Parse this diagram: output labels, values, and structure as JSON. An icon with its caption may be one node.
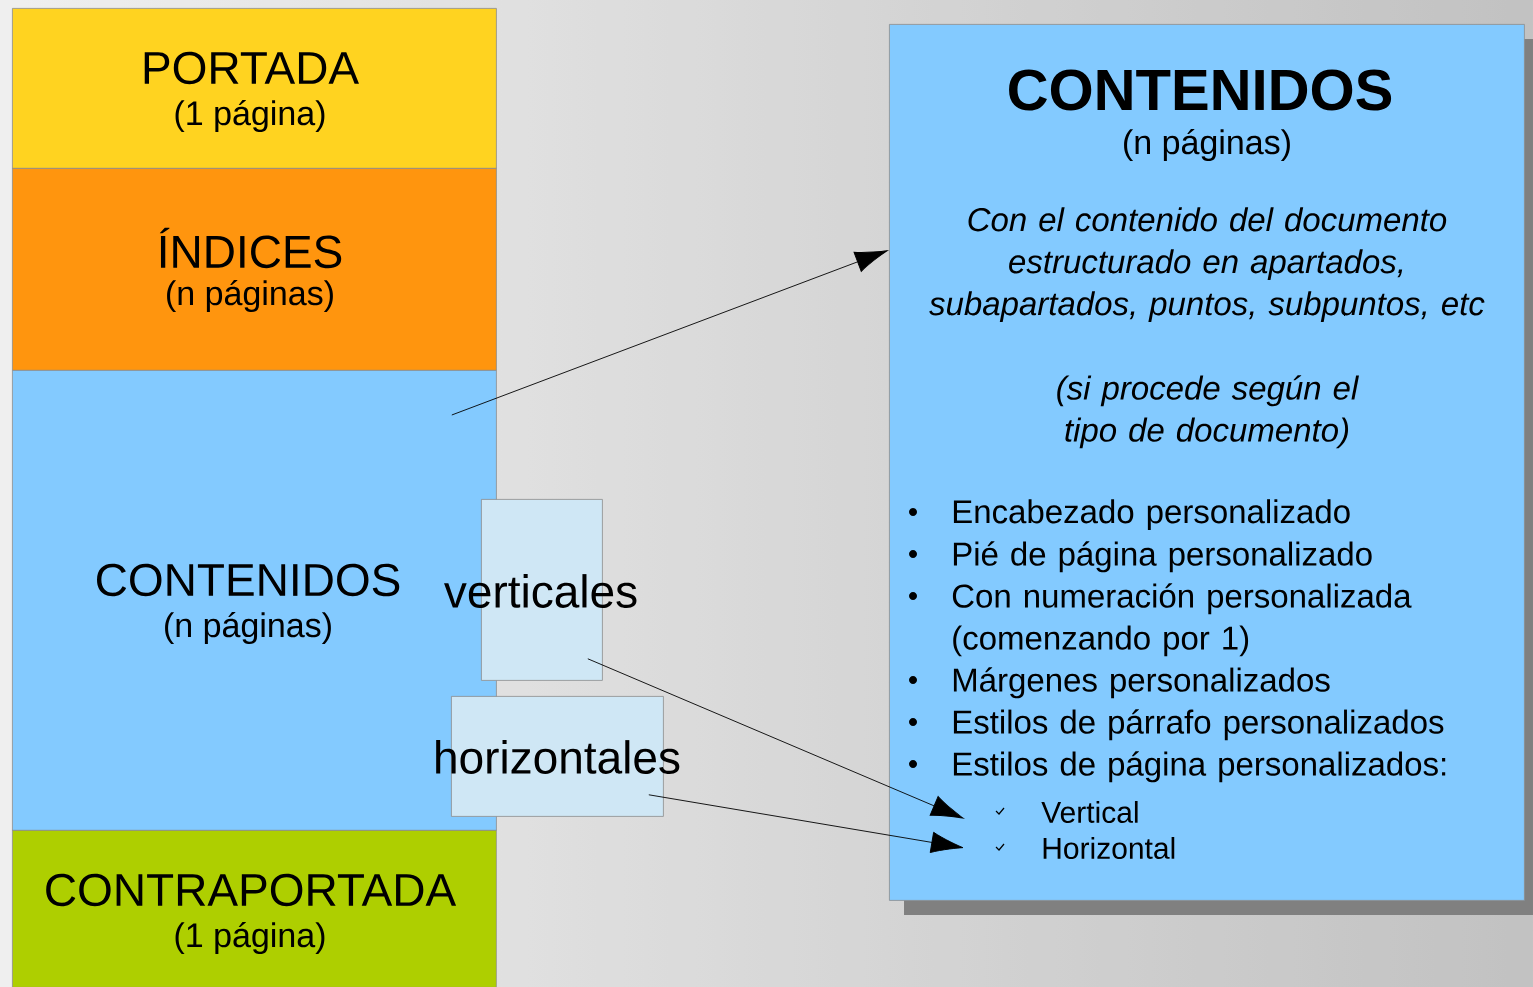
{
  "diagram": {
    "nodes": [
      {
        "text": [
          "PORTADA",
          "(1 página)"
        ]
      },
      {
        "text": [
          "ÍNDICES",
          "(n páginas)"
        ]
      },
      {
        "text": [
          "CONTENIDOS",
          "(n páginas)"
        ]
      },
      {
        "text": [
          "verticales"
        ]
      },
      {
        "text": [
          "horizontales"
        ]
      },
      {
        "text": [
          "CONTRAPORTADA",
          "(1 página)"
        ]
      },
      {
        "text": [
          "CONTENIDOS",
          "(n páginas)",
          "Con el contenido del documento estructurado en apartados, subapartados, puntos, subpuntos, etc",
          "(si procede según el tipo de documento)",
          "Encabezado personalizado",
          "Pié de página personalizado",
          "Con numeración personalizada (comenzando por 1)",
          "Márgenes personalizados",
          "Estilos de párrafo personalizados",
          "Estilos de página personalizados:"
        ]
      },
      {
        "text": [
          "Vertical"
        ],
        "in": 6
      },
      {
        "text": [
          "Horizontal"
        ],
        "in": 6
      }
    ],
    "edges": [
      {
        "from": 2,
        "to": 6,
        "arrow": "to"
      },
      {
        "from": 3,
        "to": 7,
        "arrow": "to"
      },
      {
        "from": 4,
        "to": 8,
        "arrow": "to"
      }
    ]
  }
}
